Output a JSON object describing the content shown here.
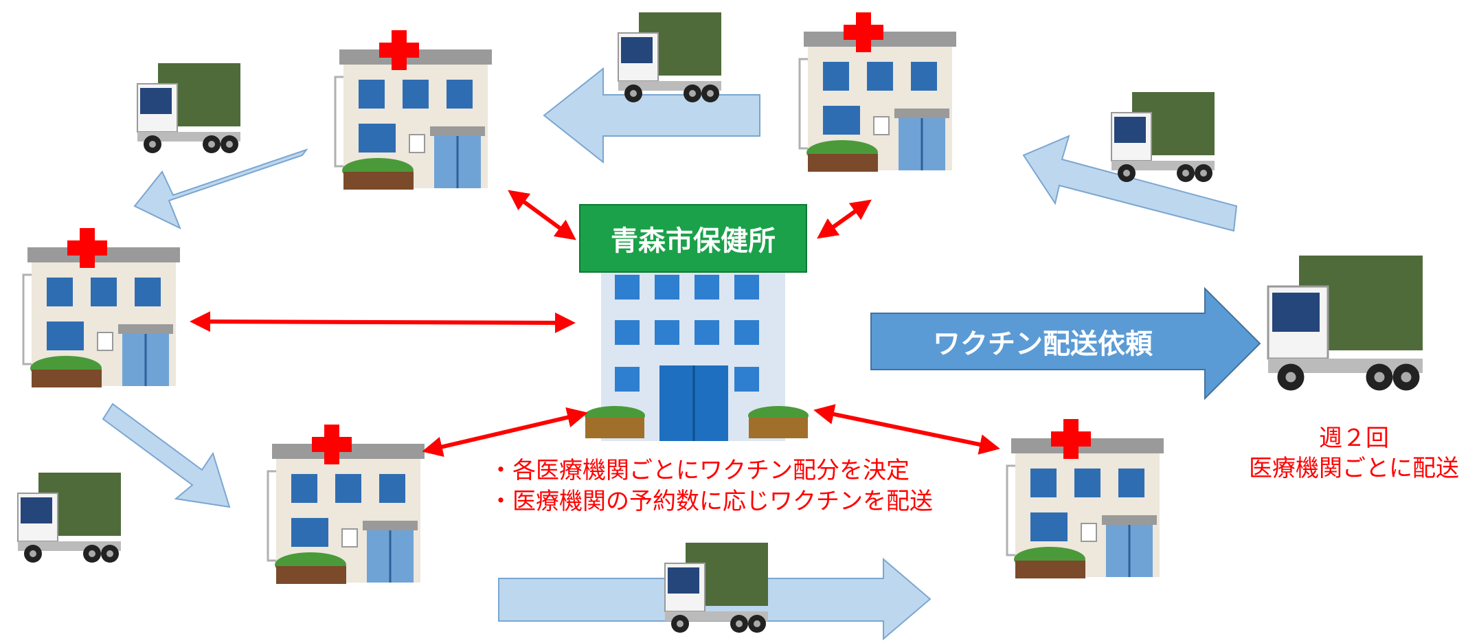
{
  "health_center": {
    "name": "青森市保健所"
  },
  "delivery_request": {
    "label": "ワクチン配送依頼"
  },
  "notes": [
    "・各医療機関ごとにワクチン配分を決定",
    "・医療機関の予約数に応じワクチンを配送"
  ],
  "delivery_frequency": {
    "line1": "週２回",
    "line2": "医療機関ごとに配送"
  },
  "colors": {
    "health_center_label": "#1aa14a",
    "request_arrow": "#5b9bd5",
    "route_arrow": "#bdd7ee",
    "link_arrow": "#ff0000",
    "hospital_cross": "#ff0000",
    "truck_cargo": "#4f6b3a"
  }
}
